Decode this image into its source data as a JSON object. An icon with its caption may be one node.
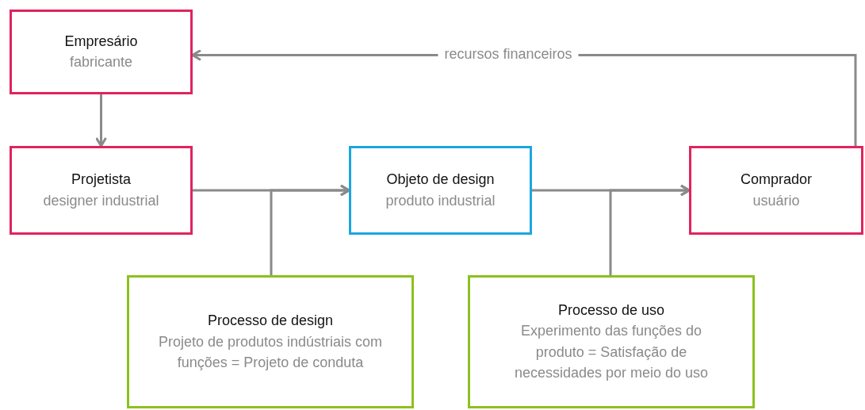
{
  "diagram": {
    "nodes": [
      {
        "text": [
          "Empresário",
          "fabricante"
        ]
      },
      {
        "text": [
          "Projetista",
          "designer industrial"
        ]
      },
      {
        "text": [
          "Objeto de design",
          "produto industrial"
        ]
      },
      {
        "text": [
          "Comprador",
          "usuário"
        ]
      },
      {
        "text": [
          "Processo de design",
          "Projeto de produtos indústriais com funções = Projeto de conduta"
        ]
      },
      {
        "text": [
          "Processo de uso",
          "Experimento das funções do produto = Satisfação de necessidades por meio do uso"
        ]
      }
    ],
    "edges": [
      {
        "from": 3,
        "to": 0,
        "arrow": "to",
        "label": "recursos financeiros"
      },
      {
        "from": 0,
        "to": 1,
        "arrow": "to"
      },
      {
        "from": 1,
        "to": 2,
        "arrow": "to"
      },
      {
        "from": 2,
        "to": 3,
        "arrow": "to"
      },
      {
        "from": 4,
        "to": 2,
        "arrow": "to"
      },
      {
        "from": 5,
        "to": 3,
        "arrow": "to"
      }
    ]
  }
}
